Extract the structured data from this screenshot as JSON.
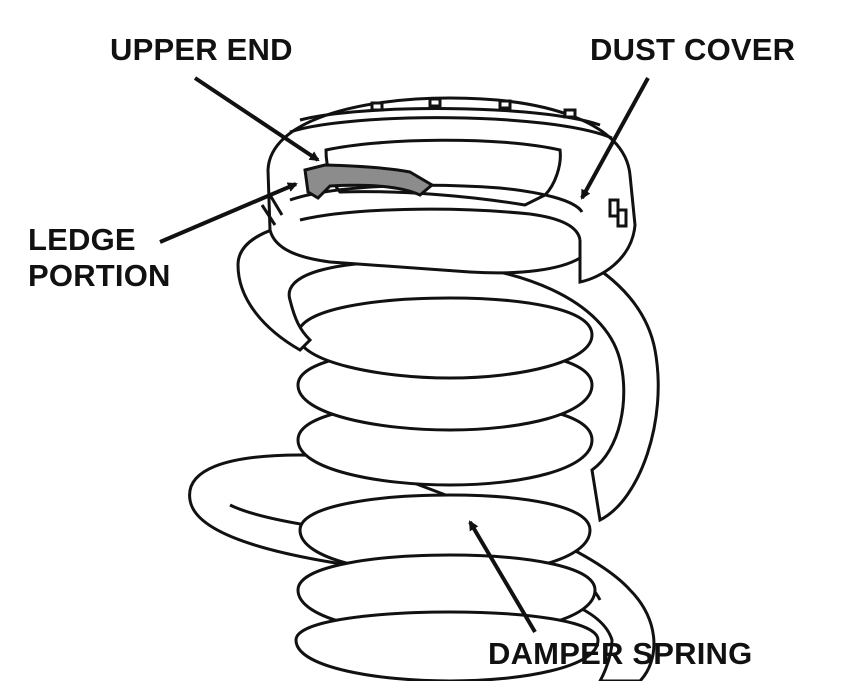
{
  "labels": {
    "upper_end": "UPPER END",
    "dust_cover": "DUST COVER",
    "ledge_line1": "LEDGE",
    "ledge_line2": "PORTION",
    "damper_spring": "DAMPER SPRING"
  },
  "colors": {
    "line": "#111111",
    "highlight": "#8c8c8c",
    "background": "#ffffff"
  }
}
